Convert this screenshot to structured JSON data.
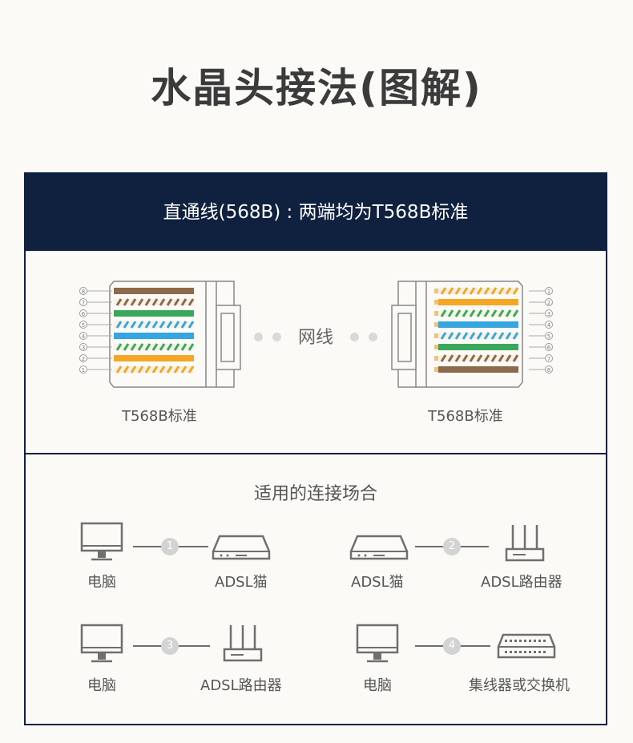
{
  "title": "水晶头接法(图解)",
  "header": {
    "text": "直通线(568B) : 两端均为T568B标准"
  },
  "connectors": {
    "left_label": "T568B标准",
    "right_label": "T568B标准",
    "wire_label": "网线",
    "left_pins": [
      "8",
      "7",
      "6",
      "5",
      "4",
      "3",
      "2",
      "1"
    ],
    "right_pins": [
      "1",
      "2",
      "3",
      "4",
      "5",
      "6",
      "7",
      "8"
    ]
  },
  "colors": {
    "navy": "#10213f",
    "orange": "#f5a623",
    "green": "#3aa85c",
    "blue": "#35a6e0",
    "brown": "#8c6a4a"
  },
  "scenarios": {
    "title": "适用的连接场合",
    "items": [
      {
        "num": "1",
        "left": "电脑",
        "right": "ADSL猫",
        "left_icon": "monitor-icon",
        "right_icon": "modem-icon"
      },
      {
        "num": "2",
        "left": "ADSL猫",
        "right": "ADSL路由器",
        "left_icon": "modem-icon",
        "right_icon": "router-icon"
      },
      {
        "num": "3",
        "left": "电脑",
        "right": "ADSL路由器",
        "left_icon": "monitor-icon",
        "right_icon": "router-icon"
      },
      {
        "num": "4",
        "left": "电脑",
        "right": "集线器或交换机",
        "left_icon": "monitor-icon",
        "right_icon": "switch-icon"
      }
    ]
  }
}
